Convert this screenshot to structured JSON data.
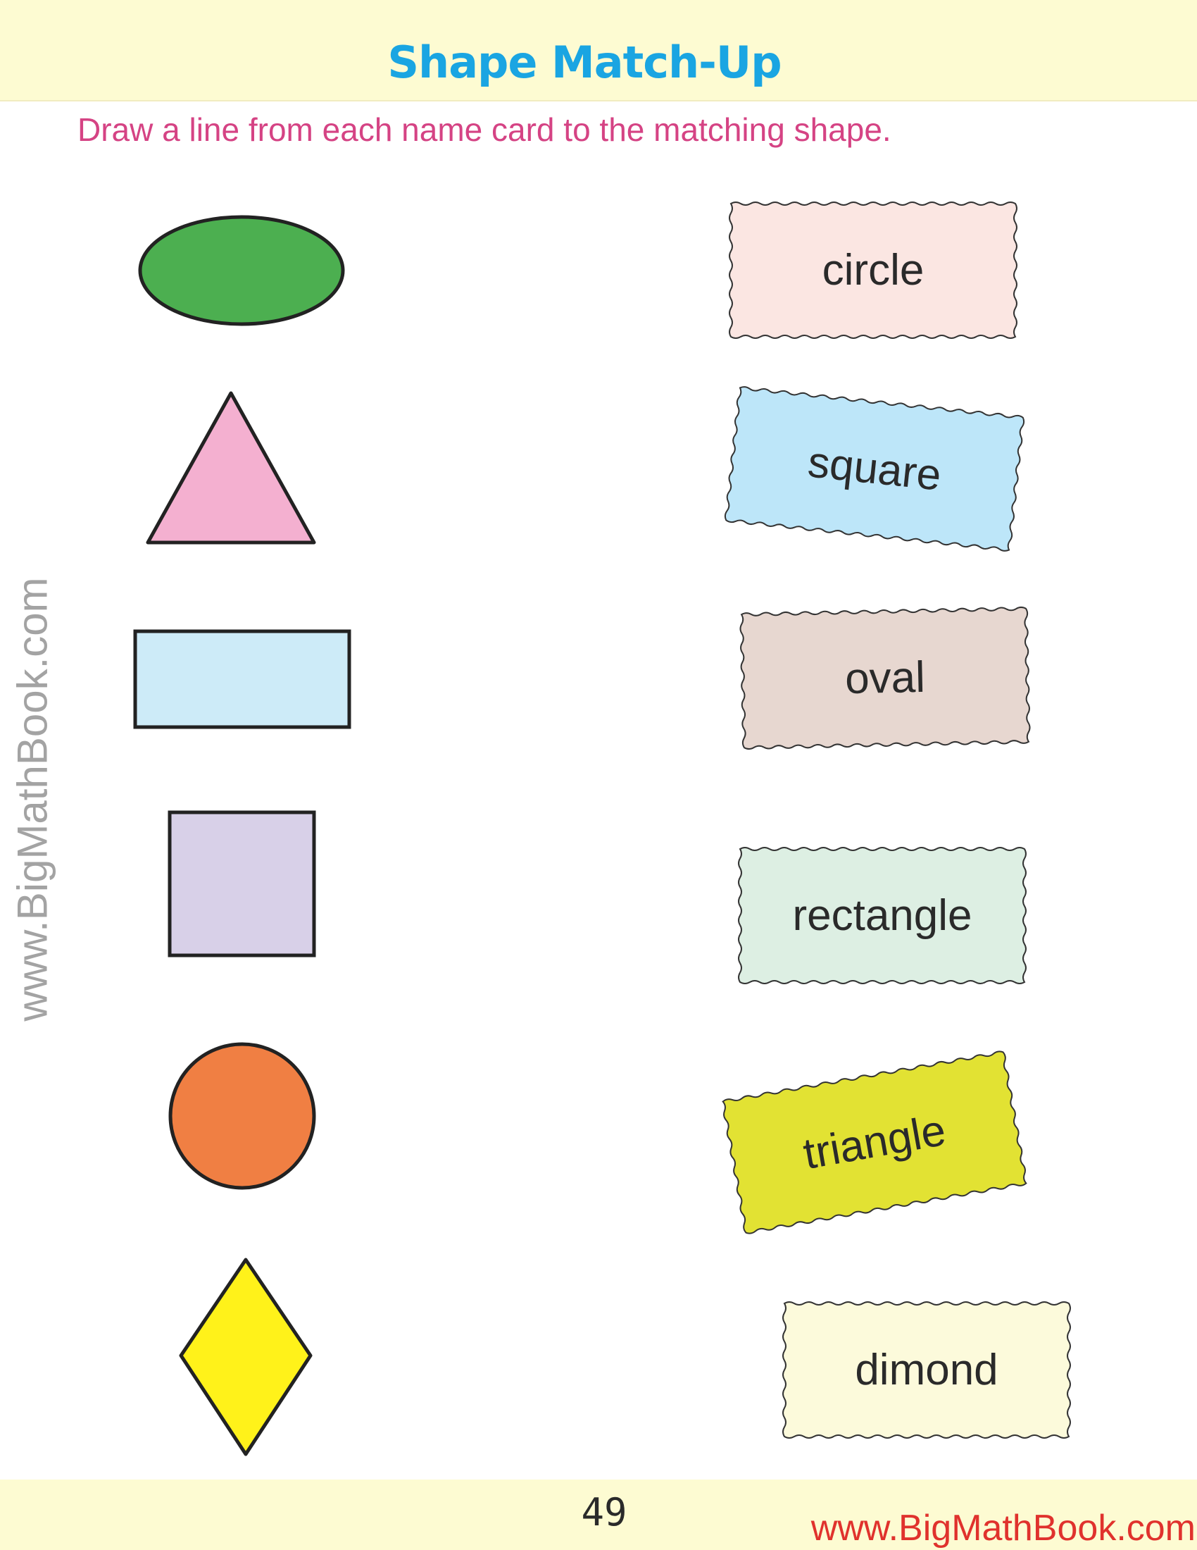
{
  "header": {
    "title": "Shape Match-Up"
  },
  "instruction": "Draw a line from each name card to the matching shape.",
  "watermark": "www.BigMathBook.com",
  "shapes": [
    {
      "name": "oval",
      "color": "#4caf50"
    },
    {
      "name": "triangle",
      "color": "#f4b0d0"
    },
    {
      "name": "rectangle",
      "color": "#cdebf8"
    },
    {
      "name": "square",
      "color": "#d8d0e8"
    },
    {
      "name": "circle",
      "color": "#f07f43"
    },
    {
      "name": "diamond",
      "color": "#fff21a"
    }
  ],
  "cards": [
    {
      "label": "circle",
      "color": "#fbe6e2"
    },
    {
      "label": "square",
      "color": "#bde6f9"
    },
    {
      "label": "oval",
      "color": "#e7d7d0"
    },
    {
      "label": "rectangle",
      "color": "#ddefe3"
    },
    {
      "label": "triangle",
      "color": "#e2e233"
    },
    {
      "label": "dimond",
      "color": "#fcfadb"
    }
  ],
  "footer": {
    "page_number": "49",
    "url": "www.BigMathBook.com"
  }
}
